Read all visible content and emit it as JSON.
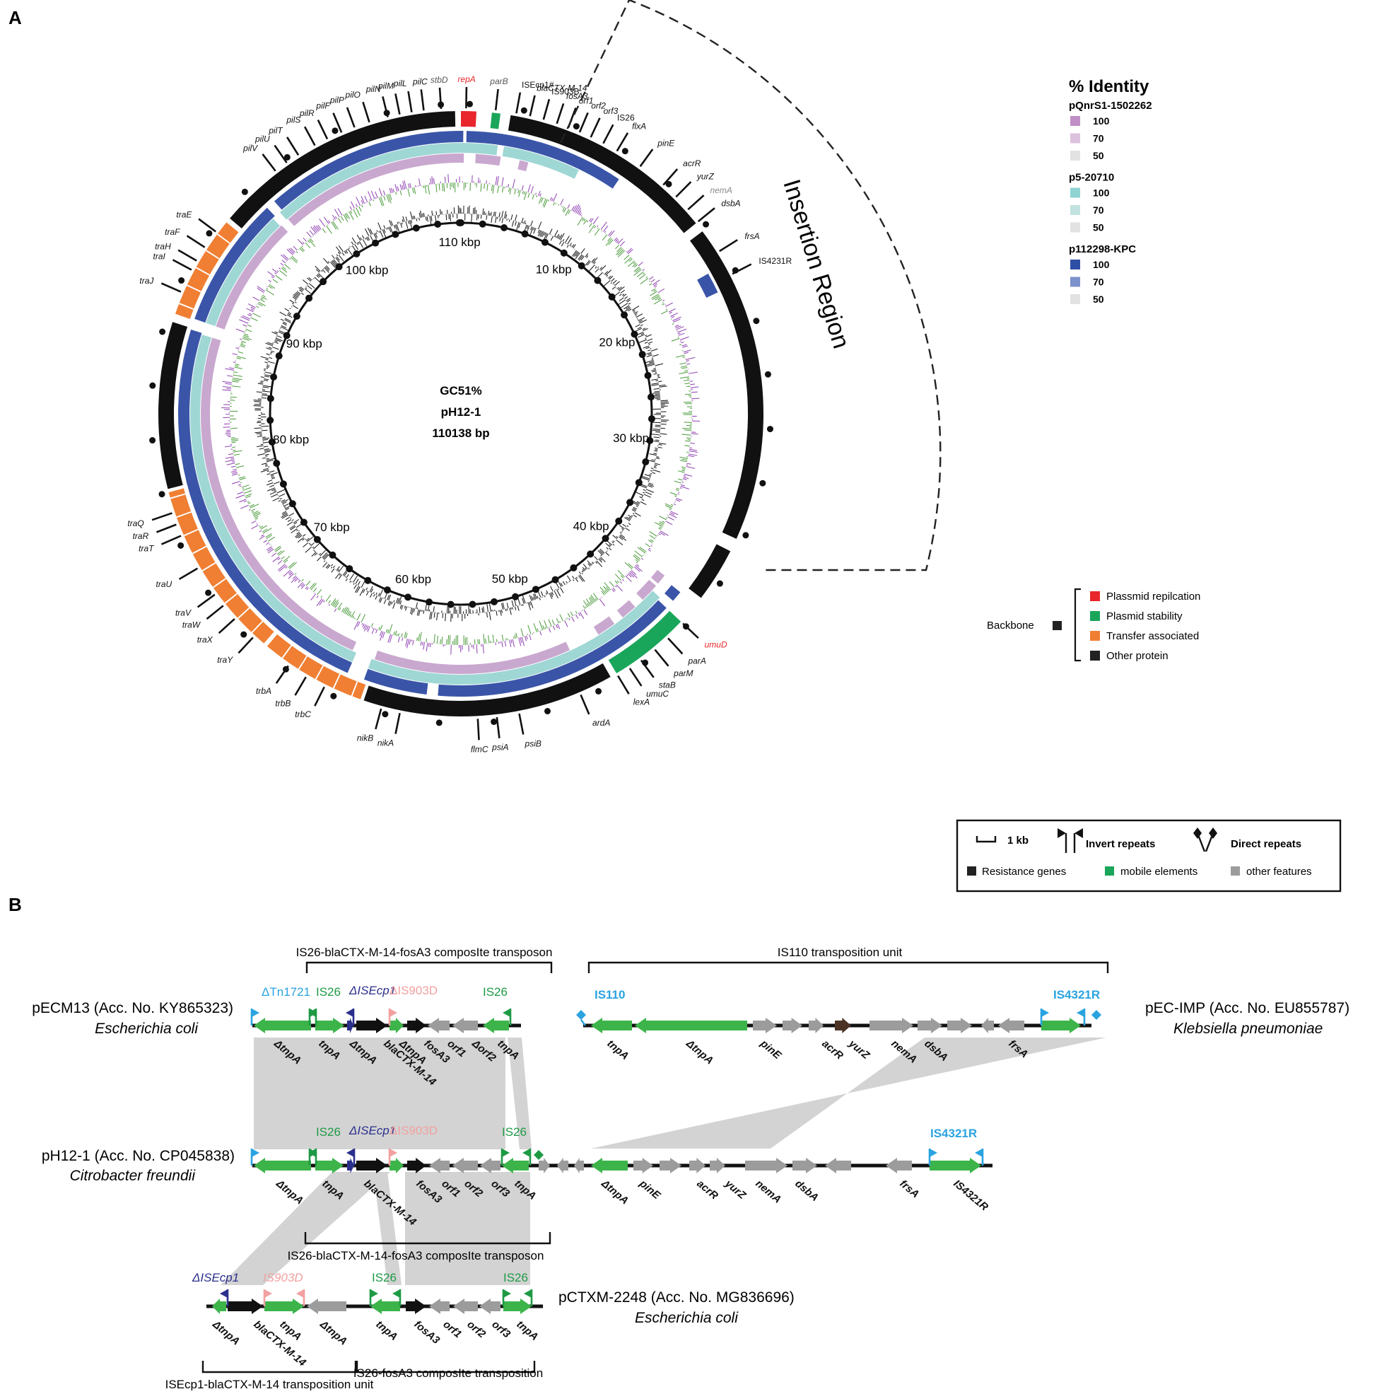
{
  "panel_a": {
    "label": "A",
    "center": {
      "gc": "GC51%",
      "name": "pH12-1",
      "size": "110138 bp"
    },
    "total_kbp": 110.138,
    "ticks": [
      {
        "kbp": 10,
        "label": "10 kbp"
      },
      {
        "kbp": 20,
        "label": "20 kbp"
      },
      {
        "kbp": 30,
        "label": "30 kbp"
      },
      {
        "kbp": 40,
        "label": "40 kbp"
      },
      {
        "kbp": 50,
        "label": "50 kbp"
      },
      {
        "kbp": 60,
        "label": "60 kbp"
      },
      {
        "kbp": 70,
        "label": "70 kbp"
      },
      {
        "kbp": 80,
        "label": "80 kbp"
      },
      {
        "kbp": 90,
        "label": "90 kbp"
      },
      {
        "kbp": 100,
        "label": "100 kbp"
      },
      {
        "kbp": 110,
        "label": "110 kbp"
      }
    ],
    "insertion_label": "Insertion Region",
    "colors": {
      "replication": "#e8262b",
      "stability": "#1aa65a",
      "transfer": "#f07f33",
      "other": "#111111",
      "ring_p112298": "#3a55a8",
      "ring_p5": "#9fd7d5",
      "ring_pqnrs1": "#c9a8cf",
      "gc_pos": "#8e3fb0",
      "gc_neg": "#4a9a3a"
    },
    "gene_labels": [
      {
        "name": "stbD",
        "pos": 109.0,
        "color": "#555555",
        "ital": true
      },
      {
        "name": "repA",
        "pos": 0.3,
        "color": "#e8262b",
        "ital": true
      },
      {
        "name": "parB",
        "pos": 2.0,
        "color": "#555555",
        "ital": true
      },
      {
        "name": "ISEcp1#",
        "pos": 3.2,
        "color": "#111111",
        "ital": false
      },
      {
        "name": "blaCTX-M-14",
        "pos": 4.0,
        "color": "#111111",
        "ital": true
      },
      {
        "name": "IS903B",
        "pos": 4.8,
        "color": "#111111",
        "ital": false
      },
      {
        "name": "fosA3",
        "pos": 5.6,
        "color": "#111111",
        "ital": true
      },
      {
        "name": "orf1",
        "pos": 6.3,
        "color": "#111111",
        "ital": true
      },
      {
        "name": "orf2",
        "pos": 7.0,
        "color": "#111111",
        "ital": true
      },
      {
        "name": "orf3",
        "pos": 7.7,
        "color": "#111111",
        "ital": true
      },
      {
        "name": "IS26",
        "pos": 8.5,
        "color": "#111111",
        "ital": false
      },
      {
        "name": "flxA",
        "pos": 9.4,
        "color": "#111111",
        "ital": true
      },
      {
        "name": "pinE",
        "pos": 11.0,
        "color": "#111111",
        "ital": true
      },
      {
        "name": "acrR",
        "pos": 12.7,
        "color": "#111111",
        "ital": true
      },
      {
        "name": "yurZ",
        "pos": 13.7,
        "color": "#111111",
        "ital": true
      },
      {
        "name": "nemA",
        "pos": 14.7,
        "color": "#888888",
        "ital": true
      },
      {
        "name": "dsbA",
        "pos": 15.6,
        "color": "#111111",
        "ital": true
      },
      {
        "name": "frsA",
        "pos": 17.7,
        "color": "#111111",
        "ital": true
      },
      {
        "name": "IS4231R",
        "pos": 19.2,
        "color": "#111111",
        "ital": false
      },
      {
        "name": "umuD",
        "pos": 40.8,
        "color": "#e8262b",
        "ital": true
      },
      {
        "name": "parA",
        "pos": 42.0,
        "color": "#111111",
        "ital": true
      },
      {
        "name": "parM",
        "pos": 43.0,
        "color": "#111111",
        "ital": true
      },
      {
        "name": "staB",
        "pos": 44.0,
        "color": "#111111",
        "ital": true
      },
      {
        "name": "umuC",
        "pos": 44.8,
        "color": "#111111",
        "ital": true
      },
      {
        "name": "lexA",
        "pos": 45.6,
        "color": "#111111",
        "ital": true
      },
      {
        "name": "ardA",
        "pos": 48.0,
        "color": "#111111",
        "ital": true
      },
      {
        "name": "psiB",
        "pos": 51.7,
        "color": "#111111",
        "ital": true
      },
      {
        "name": "psiA",
        "pos": 53.0,
        "color": "#111111",
        "ital": true
      },
      {
        "name": "flmC",
        "pos": 54.1,
        "color": "#111111",
        "ital": true
      },
      {
        "name": "nikA",
        "pos": 58.6,
        "color": "#111111",
        "ital": true
      },
      {
        "name": "nikB",
        "pos": 59.7,
        "color": "#111111",
        "ital": true
      },
      {
        "name": "trbC",
        "pos": 63.2,
        "color": "#111111",
        "ital": true
      },
      {
        "name": "trbB",
        "pos": 64.4,
        "color": "#111111",
        "ital": true
      },
      {
        "name": "trbA",
        "pos": 65.6,
        "color": "#111111",
        "ital": true
      },
      {
        "name": "traY",
        "pos": 68.2,
        "color": "#111111",
        "ital": true
      },
      {
        "name": "traX",
        "pos": 69.7,
        "color": "#111111",
        "ital": true
      },
      {
        "name": "traW",
        "pos": 70.7,
        "color": "#111111",
        "ital": true
      },
      {
        "name": "traV",
        "pos": 71.5,
        "color": "#111111",
        "ital": true
      },
      {
        "name": "traU",
        "pos": 73.3,
        "color": "#111111",
        "ital": true
      },
      {
        "name": "traT",
        "pos": 75.4,
        "color": "#111111",
        "ital": true
      },
      {
        "name": "traR",
        "pos": 76.1,
        "color": "#111111",
        "ital": true
      },
      {
        "name": "traQ",
        "pos": 76.8,
        "color": "#111111",
        "ital": true
      },
      {
        "name": "traJ",
        "pos": 89.8,
        "color": "#111111",
        "ital": true
      },
      {
        "name": "traI",
        "pos": 91.2,
        "color": "#111111",
        "ital": true
      },
      {
        "name": "traH",
        "pos": 91.8,
        "color": "#111111",
        "ital": true
      },
      {
        "name": "traF",
        "pos": 92.7,
        "color": "#111111",
        "ital": true
      },
      {
        "name": "traE",
        "pos": 93.8,
        "color": "#111111",
        "ital": true
      },
      {
        "name": "pilV",
        "pos": 98.7,
        "color": "#111111",
        "ital": true
      },
      {
        "name": "pilU",
        "pos": 99.5,
        "color": "#111111",
        "ital": true
      },
      {
        "name": "pilT",
        "pos": 100.3,
        "color": "#111111",
        "ital": true
      },
      {
        "name": "pilS",
        "pos": 101.4,
        "color": "#111111",
        "ital": true
      },
      {
        "name": "pilR",
        "pos": 102.2,
        "color": "#111111",
        "ital": true
      },
      {
        "name": "pilF",
        "pos": 103.1,
        "color": "#111111",
        "ital": true
      },
      {
        "name": "pilP",
        "pos": 103.9,
        "color": "#111111",
        "ital": true
      },
      {
        "name": "pilO",
        "pos": 104.8,
        "color": "#111111",
        "ital": true
      },
      {
        "name": "pilN",
        "pos": 105.9,
        "color": "#111111",
        "ital": true
      },
      {
        "name": "pilM",
        "pos": 106.6,
        "color": "#111111",
        "ital": true
      },
      {
        "name": "pilL",
        "pos": 107.3,
        "color": "#111111",
        "ital": true
      },
      {
        "name": "pilC",
        "pos": 108.0,
        "color": "#111111",
        "ital": true
      }
    ],
    "identity_legend": {
      "title": "% Identity",
      "groups": [
        {
          "name": "pQnrS1-1502262",
          "items": [
            {
              "label": "100",
              "color": "#c08fc6"
            },
            {
              "label": "70",
              "color": "#dcc1de"
            },
            {
              "label": "50",
              "color": "#e2e2e2"
            }
          ]
        },
        {
          "name": "p5-20710",
          "items": [
            {
              "label": "100",
              "color": "#8fd3d3"
            },
            {
              "label": "70",
              "color": "#c2e2df"
            },
            {
              "label": "50",
              "color": "#e2e2e2"
            }
          ]
        },
        {
          "name": "p112298-KPC",
          "items": [
            {
              "label": "100",
              "color": "#2f4fa6"
            },
            {
              "label": "70",
              "color": "#7d91cc"
            },
            {
              "label": "50",
              "color": "#e2e2e2"
            }
          ]
        }
      ]
    },
    "backbone_legend": {
      "label": "Backbone",
      "items": [
        {
          "label": "Plassmid repilcation",
          "color": "#e8262b"
        },
        {
          "label": "Plasmid stability",
          "color": "#1aa65a"
        },
        {
          "label": "Transfer associated",
          "color": "#f07f33"
        },
        {
          "label": "Other protein",
          "color": "#222222"
        }
      ]
    }
  },
  "panel_b": {
    "label": "B",
    "key": {
      "scale": "1 kb",
      "invert": "Invert repeats",
      "direct": "Direct repeats",
      "resistance": "Resistance genes",
      "mobile": "mobile elements",
      "other": "other features"
    },
    "brackets": {
      "top1": "IS26-blaCTX-M-14-fosA3 composIte transposon",
      "top2": "IS110 transposition unit",
      "mid": "IS26-blaCTX-M-14-fosA3 composIte transposon",
      "bot1": "ISEcp1-blaCTX-M-14 transposition unit",
      "bot2": "IS26-fosA3 composIte transposition"
    },
    "plasmids": {
      "pecm13": {
        "name": "pECM13 (Acc. No. KY865323)",
        "species": "Escherichia coli"
      },
      "pecimp": {
        "name": "pEC-IMP (Acc. No. EU855787)",
        "species": "Klebsiella pneumoniae"
      },
      "ph12": {
        "name": "pH12-1 (Acc. No. CP045838)",
        "species": "Citrobacter freundii"
      },
      "pctxm": {
        "name": "pCTXM-2248 (Acc. No. MG836696)",
        "species": "Escherichia coli"
      }
    },
    "element_labels": {
      "dTn1721": "ΔTn1721",
      "is26": "IS26",
      "dISEcp1": "ΔISEcp1",
      "dIS903D": "ΔIS903D",
      "is903D": "IS903D",
      "is110": "IS110",
      "is4321R": "IS4321R"
    },
    "genes": {
      "pecm13": [
        "ΔtnpA",
        "tnpA",
        "ΔtnpA",
        "blaCTX-M-14",
        "ΔtnpA",
        "fosA3",
        "orf1",
        "Δorf2",
        "tnpA"
      ],
      "pecimp": [
        "tnpA",
        "ΔtnpA",
        "pinE",
        "acrR",
        "yurZ",
        "nemA",
        "dsbA",
        "frsA"
      ],
      "ph12": [
        "ΔtnpA",
        "tnpA",
        "blaCTX-M-14",
        "fosA3",
        "orf1",
        "orf2",
        "orf3",
        "tnpA",
        "ΔtnpA",
        "pinE",
        "acrR",
        "yurZ",
        "nemA",
        "dsbA",
        "frsA",
        "IS4321R"
      ],
      "pctxm": [
        "ΔtnpA",
        "blaCTX-M-14",
        "tnpA",
        "ΔtnpA",
        "tnpA",
        "fosA3",
        "orf1",
        "orf2",
        "orf3",
        "tnpA"
      ]
    },
    "colors": {
      "mobile": "#3cb44a",
      "resistance": "#111111",
      "other": "#9c9c9c",
      "brown": "#4a3325",
      "shade": "#d3d3d3",
      "ir_cyan": "#2aa3e0",
      "is26_green": "#1e9a45",
      "isecp1_navy": "#2b2f8c",
      "is903_pink": "#f2a0a0"
    }
  }
}
